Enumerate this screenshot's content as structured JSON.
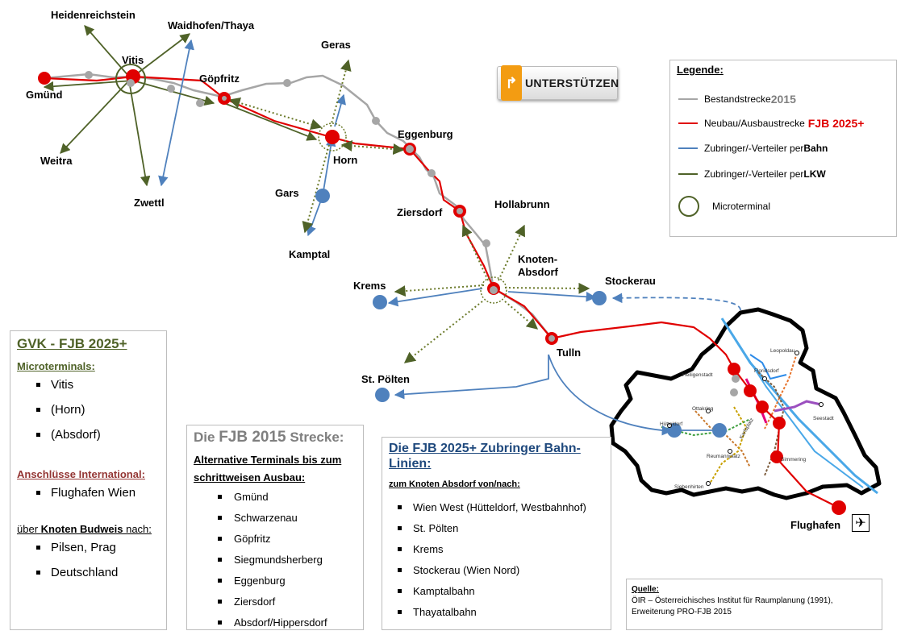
{
  "map": {
    "places": {
      "heidenreichstein": "Heidenreichstein",
      "waidhofen": "Waidhofen/Thaya",
      "geras": "Geras",
      "vitis": "Vitis",
      "gmuend": "Gmünd",
      "goepfritz": "Göpfritz",
      "weitra": "Weitra",
      "zwettl": "Zwettl",
      "horn": "Horn",
      "eggenburg": "Eggenburg",
      "gars": "Gars",
      "kamptal": "Kamptal",
      "ziersdorf": "Ziersdorf",
      "hollabrunn": "Hollabrunn",
      "knoten_absdorf_1": "Knoten-",
      "knoten_absdorf_2": "Absdorf",
      "krems": "Krems",
      "stockerau": "Stockerau",
      "tulln": "Tulln",
      "st_poelten": "St. Pölten",
      "flughafen": "Flughafen"
    },
    "vienna_labels": {
      "leopoldau": "Leopoldau",
      "heiligenstadt": "Heiligenstadt",
      "floridsdorf": "Floridsdorf",
      "ottakring": "Ottakring",
      "huetteldorf": "Hütteldorf",
      "seestadt": "Seestadt",
      "karlsplatz": "Karlsplatz",
      "reumannplatz": "Reumannplatz",
      "simmering": "Simmering",
      "siebenhirten": "Siebenhirten"
    },
    "colors": {
      "existing": "#a6a6a6",
      "new": "#e00000",
      "rail_feeder": "#4f81bd",
      "truck_feeder": "#4f6228",
      "dotted_feeder": "#4f6228"
    }
  },
  "support_button": {
    "label": "UNTERSTÜTZEN",
    "icon": "share-icon"
  },
  "legend": {
    "title": "Legende:",
    "existing_1": "Bestandstrecke ",
    "existing_2": "2015",
    "new_1": "Neubau/Ausbaustrecke ",
    "new_2": "FJB 2025+",
    "rail_1": "Zubringer/-Verteiler per ",
    "rail_2": "Bahn",
    "truck_1": "Zubringer/-Verteiler per ",
    "truck_2": "LKW",
    "micro": "Microterminal"
  },
  "gvk": {
    "title": "GVK - FJB 2025+",
    "micro_title": "Microterminals:",
    "micro_items": [
      "Vitis",
      "(Horn)",
      "(Absdorf)"
    ],
    "intl_title": "Anschlüsse International:",
    "intl_items": [
      "Flughafen Wien"
    ],
    "budweis_pre": "über ",
    "budweis_strong": "Knoten Budweis",
    "budweis_post": " nach:",
    "budweis_items": [
      "Pilsen, Prag",
      "Deutschland"
    ]
  },
  "fjb2015": {
    "title_pre": "Die ",
    "title_strong": "FJB 2015",
    "title_post": " Strecke:",
    "subtitle": "Alternative Terminals bis zum schrittweisen Ausbau:",
    "items": [
      "Gmünd",
      "Schwarzenau",
      "Göpfritz",
      "Siegmundsherberg",
      "Eggenburg",
      "Ziersdorf",
      "Absdorf/Hippersdorf"
    ]
  },
  "fjb2025": {
    "title": "Die FJB 2025+ Zubringer Bahn-Linien:",
    "subtitle": "zum Knoten Absdorf von/nach:",
    "items": [
      "Wien West (Hütteldorf, Westbahnhof)",
      "St. Pölten",
      "Krems",
      "Stockerau (Wien Nord)",
      "Kamptalbahn",
      "Thayatalbahn"
    ]
  },
  "source": {
    "label": "Quelle:",
    "line1": "ÖIR – Österreichisches Institut für Raumplanung (1991),",
    "line2": " Erweiterung PRO-FJB 2015"
  }
}
